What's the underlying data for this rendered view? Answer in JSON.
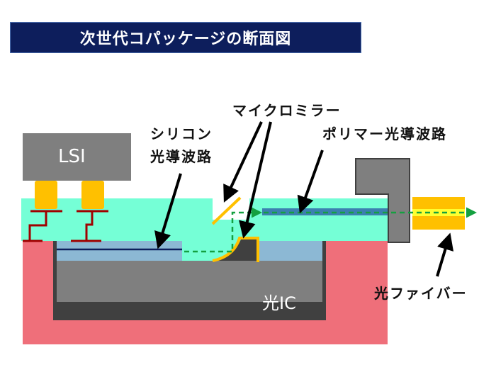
{
  "title": "次世代コパッケージの断面図",
  "labels": {
    "lsi": "LSI",
    "optical_ic": "光IC",
    "silicon_waveguide_line1": "シリコン",
    "silicon_waveguide_line2": "光導波路",
    "micromirror": "マイクロミラー",
    "polymer_waveguide": "ポリマー光導波路",
    "optical_fiber": "光ファイバー"
  },
  "colors": {
    "title_bg": "#0d1e5c",
    "substrate": "#ef6f7a",
    "cladding": "#75ffd6",
    "chip": "#7f7f7f",
    "chip_dark": "#404040",
    "silicon_layer": "#8cb8d4",
    "bump": "#ffc000",
    "wiring": "#a00000",
    "light_path": "#14a040"
  }
}
